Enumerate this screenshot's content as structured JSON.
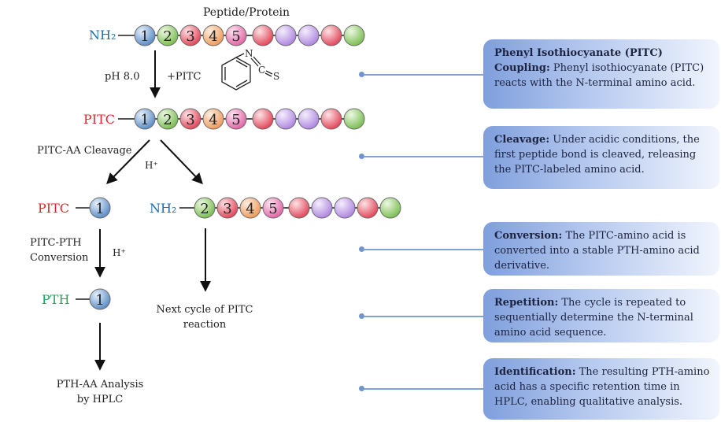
{
  "diagram": {
    "peptide_label": "Peptide/Protein",
    "nh2_label": "NH₂",
    "ph_label": "pH 8.0",
    "pitc_reagent_label": "+PITC",
    "pitc_label": "PITC",
    "cleavage_label": "PITC-AA Cleavage",
    "acid_label": "H⁺",
    "conversion_label_line1": "PITC-PTH",
    "conversion_label_line2": "Conversion",
    "pth_label": "PTH",
    "next_cycle_line1": "Next cycle of PITC",
    "next_cycle_line2": "reaction",
    "analysis_line1": "PTH-AA Analysis",
    "analysis_line2": "by HPLC",
    "structure_atoms": {
      "n": "N",
      "c": "C",
      "s": "S"
    },
    "numbers": [
      "1",
      "2",
      "3",
      "4",
      "5",
      "2",
      "3",
      "4",
      "5",
      "1",
      "1"
    ],
    "colors": {
      "nh2": "#1b6fb0",
      "pitc": "#e4262c",
      "pth": "#21a45b",
      "bead_blue": "#8db4df",
      "bead_green": "#a9d77f",
      "bead_red": "#f06c7c",
      "bead_orange": "#f6b98a",
      "bead_pink": "#f08dc0",
      "bead_purple": "#c9aaeb"
    }
  },
  "steps": [
    {
      "title": "Phenyl Isothiocyanate (PITC) Coupling:",
      "text": "Phenyl isothiocyanate (PITC) reacts with the N-terminal amino acid."
    },
    {
      "title": "Cleavage:",
      "text": "Under acidic conditions, the first peptide bond is cleaved, releasing the PITC-labeled amino acid."
    },
    {
      "title": "Conversion:",
      "text": "The PITC-amino acid is converted into a stable PTH-amino acid derivative."
    },
    {
      "title": "Repetition:",
      "text": "The cycle is repeated to sequentially determine the N-terminal amino acid sequence."
    },
    {
      "title": "Identification:",
      "text": "The resulting PTH-amino acid has a specific retention time in HPLC, enabling qualitative analysis."
    }
  ]
}
